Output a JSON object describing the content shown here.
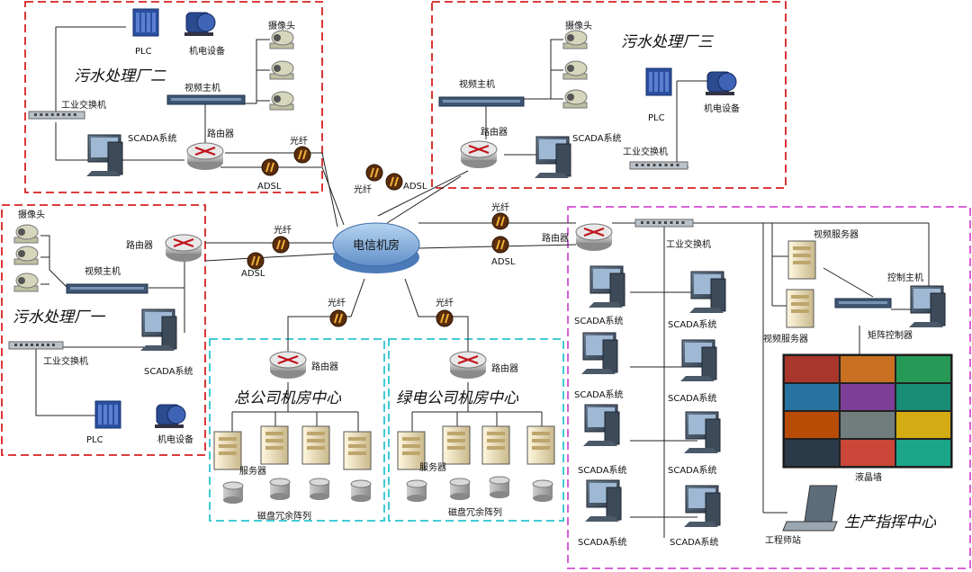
{
  "zones": {
    "plant2": "污水处理厂二",
    "plant3": "污水处理厂三",
    "plant1": "污水处理厂一",
    "hq": "总公司机房中心",
    "green": "绿电公司机房中心",
    "prod": "生产指挥中心"
  },
  "center": "电信机房",
  "labels": {
    "plc": "PLC",
    "motor": "机电设备",
    "camera": "摄像头",
    "video_host": "视频主机",
    "switch": "工业交换机",
    "scada": "SCADA系统",
    "router": "路由器",
    "fiber": "光纤",
    "adsl": "ADSL",
    "server": "服务器",
    "raid": "磁盘冗余阵列",
    "video_server": "视频服务器",
    "control_host": "控制主机",
    "matrix": "矩阵控制器",
    "lcd_wall": "液晶墙",
    "workstation": "工程师站"
  },
  "colors": {
    "plant_border": "#d62020",
    "datacenter_border": "#2ac4d0",
    "command_border": "#d24fd2"
  }
}
